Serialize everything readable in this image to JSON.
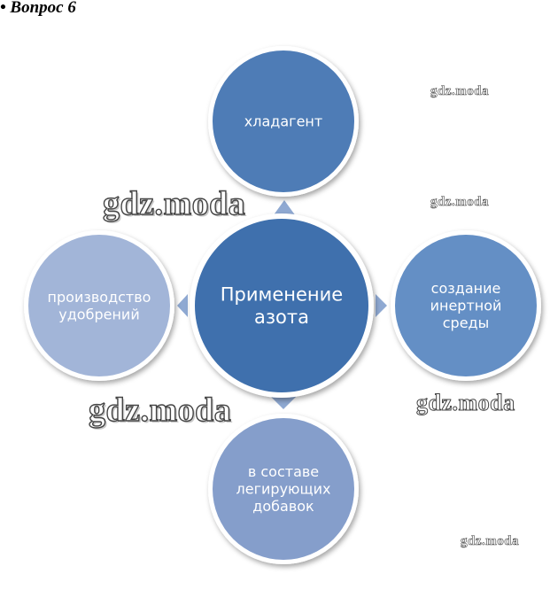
{
  "header": {
    "title": "• Вопрос 6"
  },
  "diagram": {
    "center": {
      "lines": [
        "Применение",
        "азота"
      ]
    },
    "top": {
      "lines": [
        "хладагент"
      ]
    },
    "left": {
      "lines": [
        "производство",
        "удобрений"
      ]
    },
    "right": {
      "lines": [
        "создание",
        "инертной",
        "среды"
      ]
    },
    "bottom": {
      "lines": [
        "в составе",
        "легирующих",
        "добавок"
      ]
    },
    "colors": {
      "center": "#3f70ad",
      "top": "#4e7cb6",
      "left": "#a2b5d8",
      "right": "#648fc5",
      "bottom": "#859ecb",
      "arrow": "#8fa9d2"
    }
  },
  "watermarks": [
    "gdz.moda",
    "gdz.moda",
    "gdz.moda",
    "gdz.moda",
    "gdz.moda",
    "gdz.moda"
  ]
}
